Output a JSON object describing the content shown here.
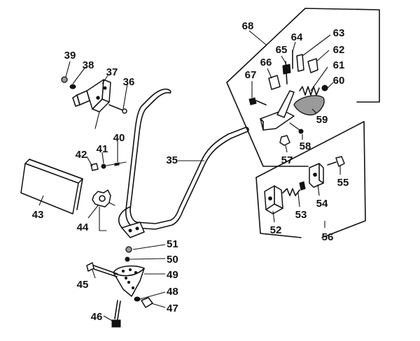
{
  "parts": [
    {
      "id": "p35",
      "label": "35"
    },
    {
      "id": "p36",
      "label": "36"
    },
    {
      "id": "p37",
      "label": "37"
    },
    {
      "id": "p38",
      "label": "38"
    },
    {
      "id": "p39",
      "label": "39"
    },
    {
      "id": "p40",
      "label": "40"
    },
    {
      "id": "p41",
      "label": "41"
    },
    {
      "id": "p42",
      "label": "42"
    },
    {
      "id": "p43",
      "label": "43"
    },
    {
      "id": "p44",
      "label": "44"
    },
    {
      "id": "p45",
      "label": "45"
    },
    {
      "id": "p46",
      "label": "46"
    },
    {
      "id": "p47",
      "label": "47"
    },
    {
      "id": "p48",
      "label": "48"
    },
    {
      "id": "p49",
      "label": "49"
    },
    {
      "id": "p50",
      "label": "50"
    },
    {
      "id": "p51",
      "label": "51"
    },
    {
      "id": "p52",
      "label": "52"
    },
    {
      "id": "p53",
      "label": "53"
    },
    {
      "id": "p54",
      "label": "54"
    },
    {
      "id": "p55",
      "label": "55"
    },
    {
      "id": "p56",
      "label": "56"
    },
    {
      "id": "p57",
      "label": "57"
    },
    {
      "id": "p58",
      "label": "58"
    },
    {
      "id": "p59",
      "label": "59"
    },
    {
      "id": "p60",
      "label": "60"
    },
    {
      "id": "p61",
      "label": "61"
    },
    {
      "id": "p62",
      "label": "62"
    },
    {
      "id": "p63",
      "label": "63"
    },
    {
      "id": "p64",
      "label": "64"
    },
    {
      "id": "p65",
      "label": "65"
    },
    {
      "id": "p66",
      "label": "66"
    },
    {
      "id": "p67",
      "label": "67"
    },
    {
      "id": "p68",
      "label": "68"
    }
  ]
}
